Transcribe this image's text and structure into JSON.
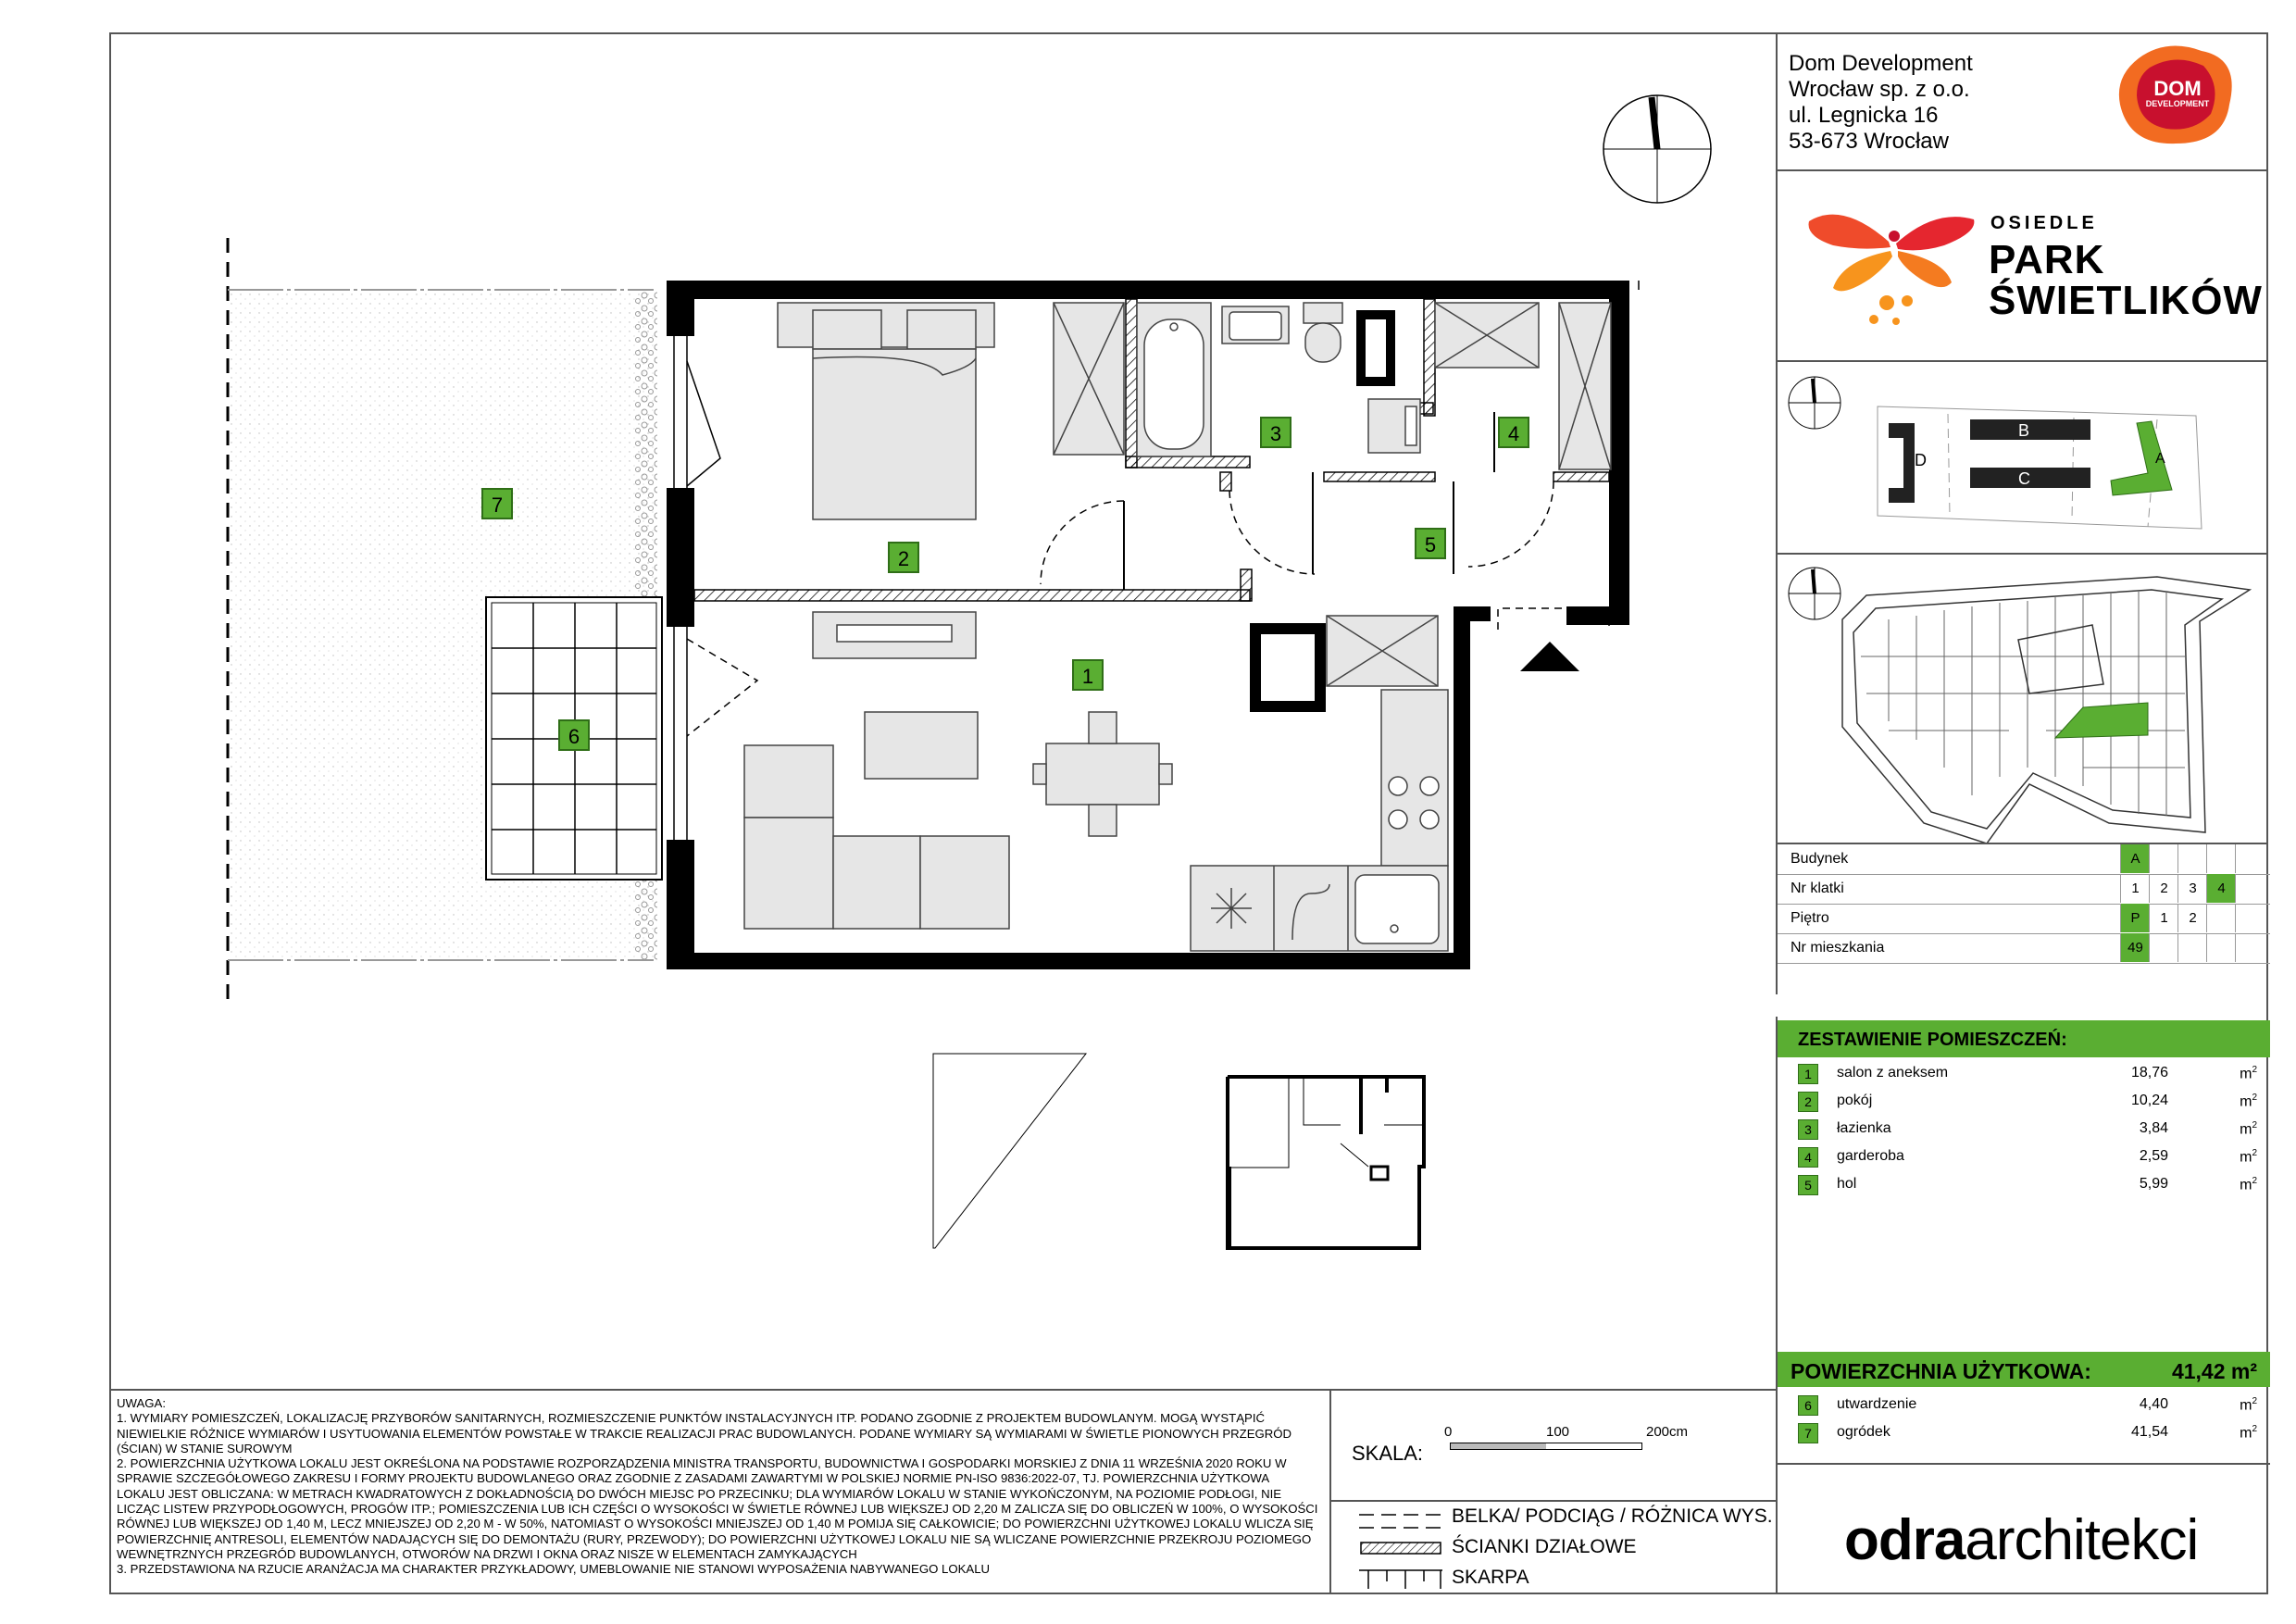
{
  "developer": {
    "name_line1": "Dom Development",
    "name_line2": "Wrocław sp. z o.o.",
    "address_line1": "ul. Legnicka 16",
    "address_line2": "53-673 Wrocław",
    "logo_text_1": "DOM",
    "logo_text_2": "DEVELOPMENT"
  },
  "project": {
    "label_small": "OSIEDLE",
    "title_line1": "PARK",
    "title_line2": "ŚWIETLIKÓW"
  },
  "site_plan": {
    "buildings": [
      "A",
      "B",
      "C",
      "D"
    ]
  },
  "info_table": {
    "rows": [
      {
        "label": "Budynek",
        "values": [
          "A"
        ],
        "selected": "A"
      },
      {
        "label": "Nr klatki",
        "values": [
          "1",
          "2",
          "3",
          "4"
        ],
        "selected": "4"
      },
      {
        "label": "Piętro",
        "values": [
          "P",
          "1",
          "2"
        ],
        "selected": "P"
      },
      {
        "label": "Nr mieszkania",
        "values": [
          "49"
        ],
        "selected": "49"
      }
    ]
  },
  "rooms_header": "ZESTAWIENIE POMIESZCZEŃ:",
  "rooms": [
    {
      "num": "1",
      "name": "salon z aneksem",
      "area": "18,76",
      "unit": "m"
    },
    {
      "num": "2",
      "name": "pokój",
      "area": "10,24",
      "unit": "m"
    },
    {
      "num": "3",
      "name": "łazienka",
      "area": "3,84",
      "unit": "m"
    },
    {
      "num": "4",
      "name": "garderoba",
      "area": "2,59",
      "unit": "m"
    },
    {
      "num": "5",
      "name": "hol",
      "area": "5,99",
      "unit": "m"
    }
  ],
  "usable_area": {
    "label": "POWIERZCHNIA UŻYTKOWA:",
    "value": "41,42 m²"
  },
  "extra_rooms": [
    {
      "num": "6",
      "name": "utwardzenie",
      "area": "4,40",
      "unit": "m"
    },
    {
      "num": "7",
      "name": "ogródek",
      "area": "41,54",
      "unit": "m"
    }
  ],
  "plan_tags": [
    "1",
    "2",
    "3",
    "4",
    "5",
    "6",
    "7"
  ],
  "notes": {
    "title": "UWAGA:",
    "items": [
      "1.  WYMIARY POMIESZCZEŃ, LOKALIZACJĘ PRZYBORÓW SANITARNYCH, ROZMIESZCZENIE PUNKTÓW INSTALACYJNYCH ITP. PODANO ZGODNIE Z PROJEKTEM BUDOWLANYM. MOGĄ WYSTĄPIĆ NIEWIELKIE RÓŻNICE WYMIARÓW I USYTUOWANIA ELEMENTÓW POWSTAŁE W TRAKCIE REALIZACJI PRAC BUDOWLANYCH. PODANE WYMIARY SĄ WYMIARAMI W ŚWIETLE PIONOWYCH PRZEGRÓD (ŚCIAN) W STANIE SUROWYM",
      "2.  POWIERZCHNIA UŻYTKOWA LOKALU JEST OKREŚLONA NA PODSTAWIE ROZPORZĄDZENIA MINISTRA TRANSPORTU, BUDOWNICTWA I GOSPODARKI MORSKIEJ Z DNIA 11 WRZEŚNIA 2020 ROKU W SPRAWIE SZCZEGÓŁOWEGO ZAKRESU I FORMY PROJEKTU BUDOWLANEGO ORAZ ZGODNIE Z ZASADAMI ZAWARTYMI W POLSKIEJ NORMIE PN-ISO 9836:2022-07, TJ. POWIERZCHNIA UŻYTKOWA LOKALU JEST OBLICZANA: W METRACH KWADRATOWYCH Z DOKŁADNOŚCIĄ DO DWÓCH MIEJSC PO PRZECINKU; DLA WYMIARÓW LOKALU W STANIE WYKOŃCZONYM, NA POZIOMIE PODŁOGI, NIE LICZĄC LISTEW PRZYPODŁOGOWYCH, PROGÓW ITP.; POMIESZCZENIA LUB ICH CZĘŚCI O WYSOKOŚCI W ŚWIETLE RÓWNEJ LUB WIĘKSZEJ OD 2,20 M ZALICZA SIĘ DO OBLICZEŃ W 100%, O WYSOKOŚCI RÓWNEJ LUB WIĘKSZEJ OD 1,40 M, LECZ MNIEJSZEJ OD 2,20 M - W 50%, NATOMIAST O WYSOKOŚCI MNIEJSZEJ OD 1,40 M POMIJA SIĘ CAŁKOWICIE; DO POWIERZCHNI UŻYTKOWEJ LOKALU WLICZA SIĘ POWIERZCHNIĘ ANTRESOLI, ELEMENTÓW NADAJĄCYCH SIĘ DO DEMONTAŻU (RURY, PRZEWODY); DO POWIERZCHNI UŻYTKOWEJ LOKALU NIE SĄ WLICZANE POWIERZCHNIE PRZEKROJU POZIOMEGO WEWNĘTRZNYCH PRZEGRÓD BUDOWLANYCH, OTWORÓW NA DRZWI I OKNA ORAZ NISZE W ELEMENTACH ZAMYKAJĄCYCH",
      "3.  PRZEDSTAWIONA NA RZUCIE ARANŻACJA MA CHARAKTER PRZYKŁADOWY, UMEBLOWANIE NIE STANOWI WYPOSAŻENIA NABYWANEGO LOKALU"
    ]
  },
  "scale": {
    "label": "SKALA:",
    "ticks": [
      "0",
      "100",
      "200cm"
    ]
  },
  "legend": [
    "BELKA/ PODCIĄG / RÓŻNICA WYS.",
    "ŚCIANKI DZIAŁOWE",
    "SKARPA"
  ],
  "architect": {
    "part1": "odra",
    "part2": "architekci"
  },
  "colors": {
    "accent_green": "#5aae32",
    "logo_orange": "#f26b21",
    "logo_red": "#c8102e"
  }
}
